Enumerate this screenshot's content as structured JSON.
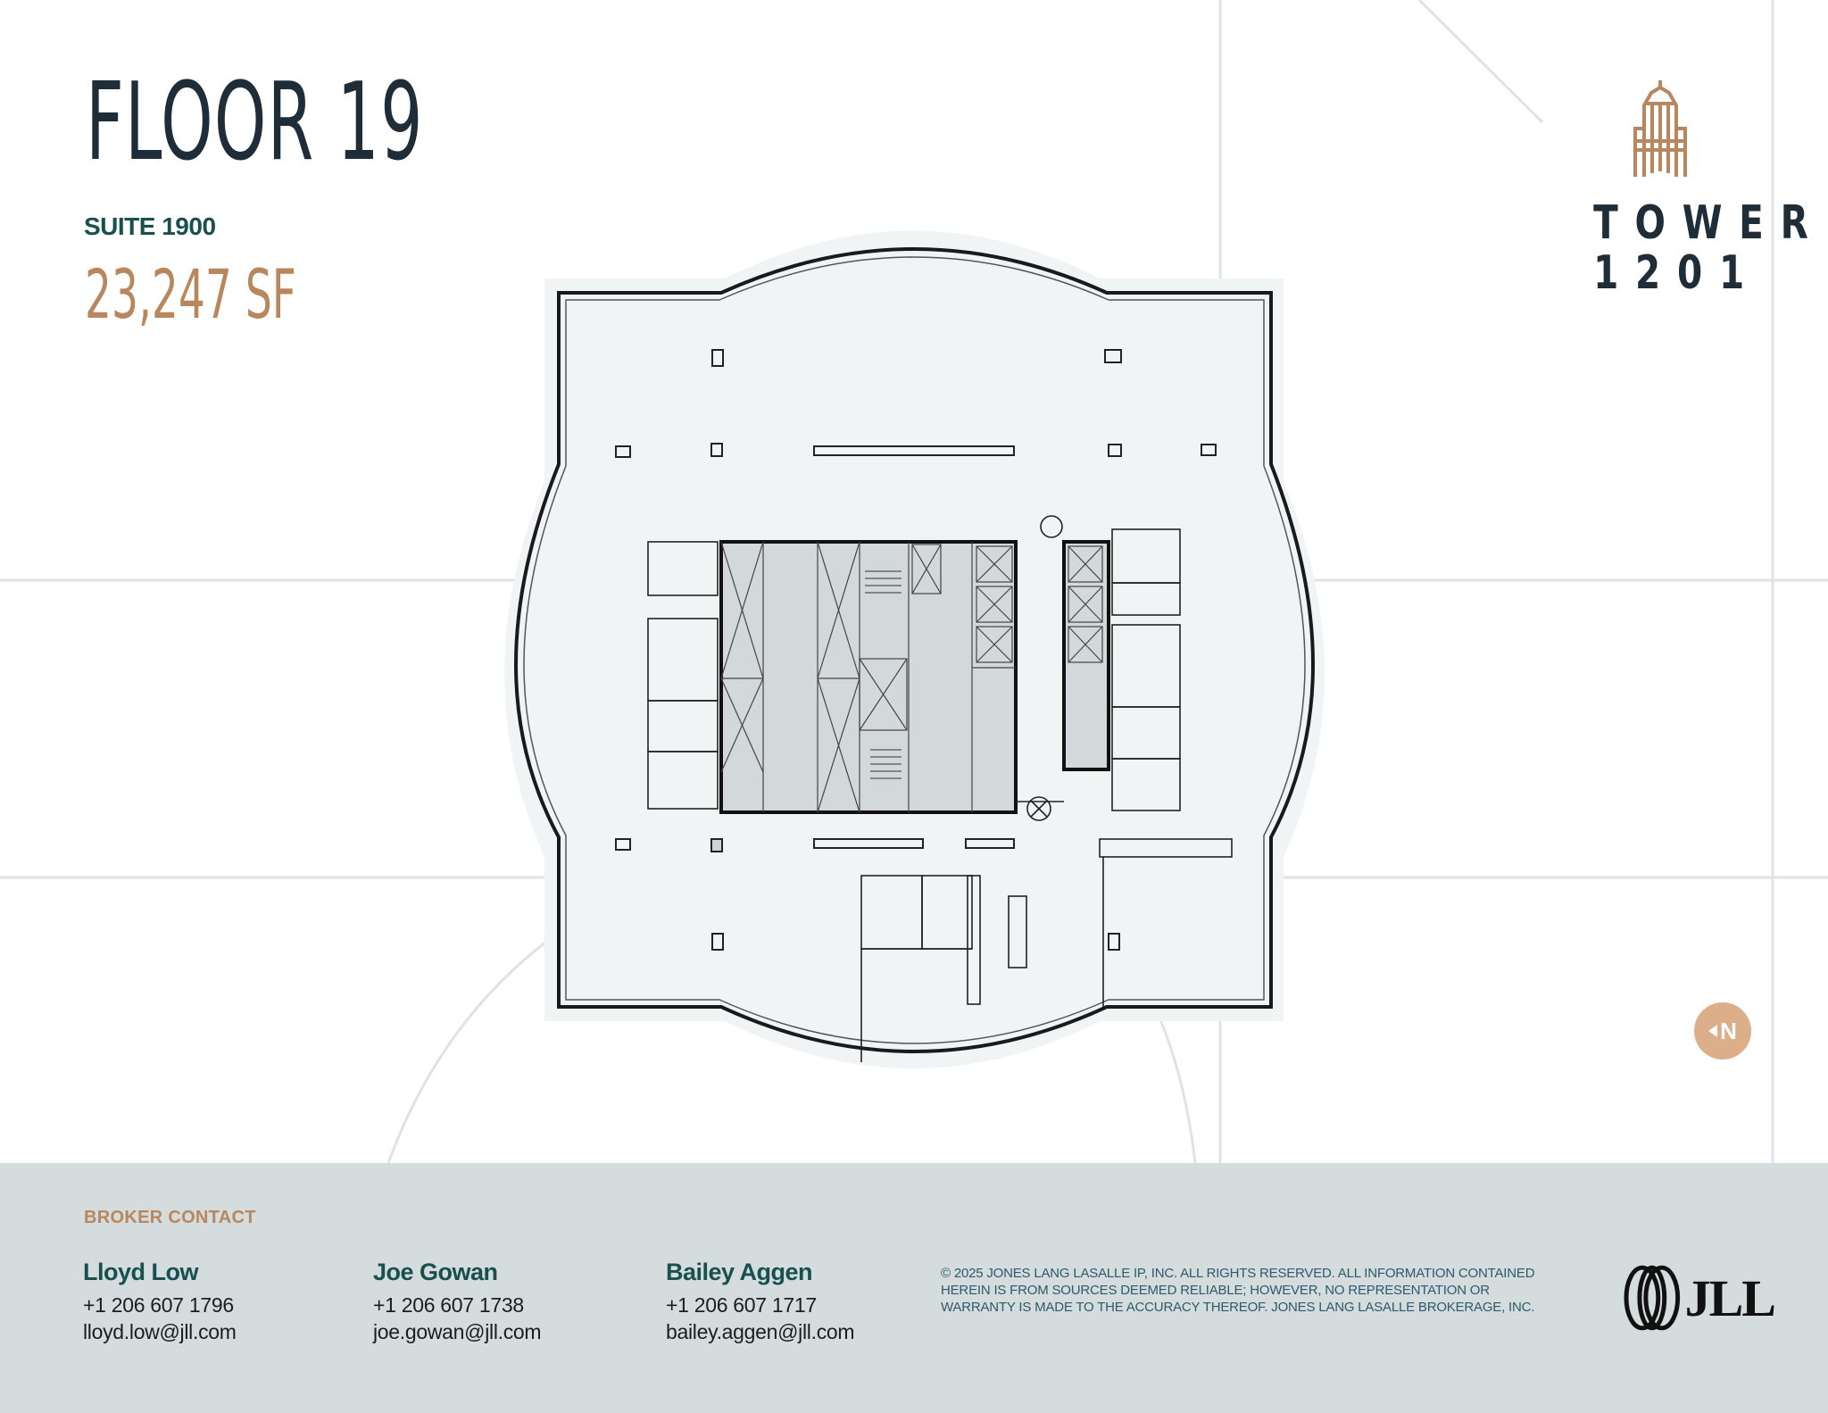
{
  "header": {
    "floor_title": "FLOOR 19",
    "suite_label": "SUITE 1900",
    "area": "23,247 SF"
  },
  "brand": {
    "icon": "tower-building-icon",
    "line1": "TOWER",
    "line2": "1201"
  },
  "floorplan": {
    "icon": "floor-plan-diagram",
    "compass_label": "N",
    "compass_icon": "north-arrow-icon"
  },
  "footer": {
    "section_title": "BROKER CONTACT",
    "contacts": [
      {
        "name": "Lloyd Low",
        "phone": "+1 206 607 1796",
        "email": "lloyd.low@jll.com"
      },
      {
        "name": "Joe Gowan",
        "phone": "+1 206 607 1738",
        "email": "joe.gowan@jll.com"
      },
      {
        "name": "Bailey Aggen",
        "phone": "+1 206 607 1717",
        "email": "bailey.aggen@jll.com"
      }
    ],
    "disclaimer": "© 2025 JONES LANG LASALLE IP, INC. ALL RIGHTS RESERVED. ALL INFORMATION CONTAINED HEREIN IS FROM SOURCES DEEMED RELIABLE; HOWEVER, NO REPRESENTATION OR WARRANTY IS MADE TO THE ACCURACY THEREOF. JONES LANG LASALLE BROKERAGE, INC.",
    "logo_text": "JLL"
  },
  "colors": {
    "navy": "#1f2d38",
    "teal": "#17504e",
    "copper": "#b8875e",
    "compass": "#dcae8a",
    "footer_bg": "#d4dcdd",
    "plan_fill": "#f1f4f4",
    "core_fill": "#d3d9db"
  }
}
